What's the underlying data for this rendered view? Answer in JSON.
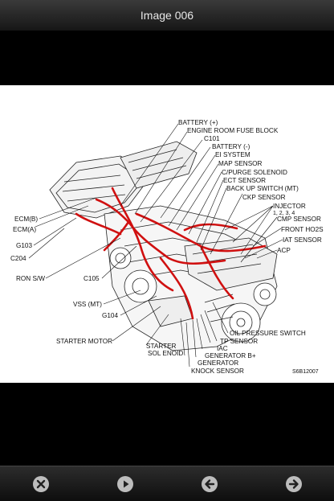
{
  "header": {
    "title": "Image 006"
  },
  "diagram": {
    "labels_left": {
      "ecm_b": "ECM(B)",
      "ecm_a": "ECM(A)",
      "g103": "G103",
      "c204": "C204",
      "ron_sw": "RON S/W",
      "c105": "C105",
      "vss_mt": "VSS (MT)",
      "g104": "G104",
      "starter_motor": "STARTER MOTOR"
    },
    "labels_top": {
      "battery_plus": "BATTERY (+)",
      "fuse_block": "ENGINE ROOM FUSE BLOCK",
      "c101": "C101",
      "battery_minus": "BATTERY (-)",
      "ei_system": "EI SYSTEM",
      "map_sensor": "MAP SENSOR",
      "purge_solenoid": "C/PURGE SOLENOID",
      "ect_sensor": "ECT SENSOR",
      "backup_switch": "BACK UP SWITCH (MT)",
      "ckp_sensor": "CKP SENSOR"
    },
    "labels_right": {
      "injector": "INJECTOR",
      "injector_nums": "1, 2, 3, 4",
      "cmp_sensor": "CMP SENSOR",
      "front_ho2s": "FRONT HO2S",
      "iat_sensor": "IAT SENSOR",
      "acp": "ACP"
    },
    "labels_bottom": {
      "oil_pressure": "OIL PRESSURE SWITCH",
      "tp_sensor": "TP SENSOR",
      "iac": "IAC",
      "generator_b": "GENERATOR B+",
      "generator": "GENERATOR",
      "knock_sensor": "KNOCK SENSOR",
      "starter_sol_1": "STARTER",
      "starter_sol_2": "SOL ENOID",
      "code": "S6B12007"
    }
  },
  "toolbar": {
    "close_icon": "close-icon",
    "play_icon": "play-icon",
    "prev_icon": "arrow-left-icon",
    "next_icon": "arrow-right-icon"
  }
}
